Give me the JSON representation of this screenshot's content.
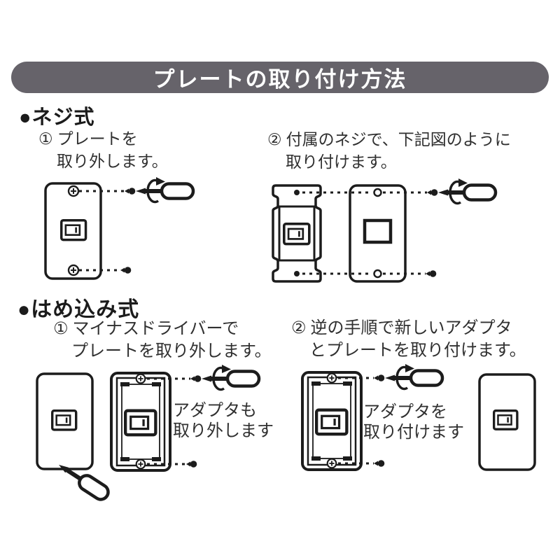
{
  "header": {
    "title": "プレートの取り付け方法",
    "bg_color": "#66636a",
    "text_color": "#ffffff"
  },
  "sections": {
    "screw": {
      "heading": "●ネジ式",
      "step1": {
        "num": "①",
        "line1": "プレートを",
        "line2": "取り外します。"
      },
      "step2": {
        "num": "②",
        "line1": "付属のネジで、下記図のように",
        "line2": "取り付けます。"
      }
    },
    "snap": {
      "heading": "●はめ込み式",
      "step1": {
        "num": "①",
        "line1": "マイナスドライバーで",
        "line2": "プレートを取り外します。"
      },
      "step2": {
        "num": "②",
        "line1": "逆の手順で新しいアダプタ",
        "line2": "とプレートを取り付けます。"
      }
    }
  },
  "annotations": {
    "remove_adapter": {
      "line1": "アダプタも",
      "line2": "取り外します"
    },
    "attach_adapter": {
      "line1": "アダプタを",
      "line2": "取り付けます"
    }
  },
  "colors": {
    "line_art": "#1c1c1c",
    "body_text": "#303030",
    "header_bg": "#66636a",
    "background": "#ffffff"
  },
  "icons": {
    "screwdriver": "flathead-screwdriver",
    "rotation_arrow": "clockwise-rotation-arrow",
    "screw": "round-head-screw",
    "screw_cross": "phillips-screw-head",
    "switch": "rocker-switch",
    "section_bullet": "●"
  }
}
